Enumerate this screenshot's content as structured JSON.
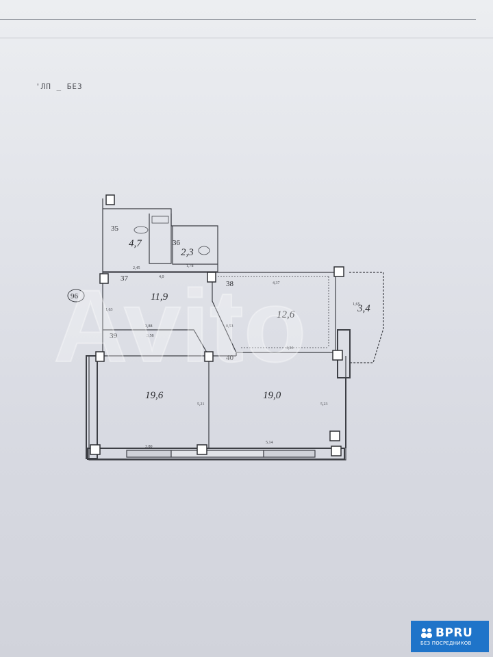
{
  "document": {
    "header_label": "'ЛП _ БЕЗ"
  },
  "floor_plan": {
    "rooms": [
      {
        "number": "35",
        "area": "4,7"
      },
      {
        "number": "36",
        "area": "2,3"
      },
      {
        "number": "37",
        "area": "11,9"
      },
      {
        "number": "38",
        "area": "12,6"
      },
      {
        "number": "39",
        "area": "19,6"
      },
      {
        "number": "40",
        "area": "19,0"
      },
      {
        "number": "",
        "area": "3,4"
      }
    ],
    "axis_marker": "96",
    "dimensions": [
      "2,45",
      "4,0",
      "1,78",
      "4,37",
      "3,80",
      "3,58",
      "4,84",
      "3,88",
      "5,14",
      "5,21",
      "5,23",
      "1,63",
      "0,53",
      "1,65"
    ]
  },
  "watermark": {
    "text": "Avito"
  },
  "badge": {
    "title": "BPRU",
    "subtitle": "БЕЗ ПОСРЕДНИКОВ",
    "color": "#1f74c9"
  }
}
